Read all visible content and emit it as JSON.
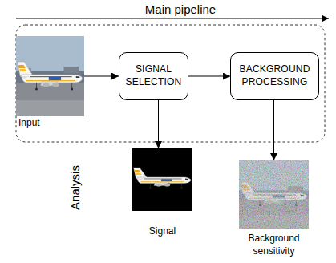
{
  "diagram": {
    "nodes": [
      {
        "text": [
          "Input"
        ]
      },
      {
        "text": [
          "SIGNAL SELECTION"
        ]
      },
      {
        "text": [
          "BACKGROUND PROCESSING"
        ]
      },
      {
        "text": [
          "Signal"
        ]
      },
      {
        "text": [
          "Background sensitivity"
        ]
      }
    ],
    "edges": [
      {
        "from": 0,
        "to": 1,
        "arrow": "to"
      },
      {
        "from": 1,
        "to": 2,
        "arrow": "to"
      },
      {
        "from": 1,
        "to": 3,
        "arrow": "to"
      },
      {
        "from": 2,
        "to": 4,
        "arrow": "to"
      }
    ],
    "labels": [
      "Main pipeline",
      "Analysis"
    ]
  }
}
